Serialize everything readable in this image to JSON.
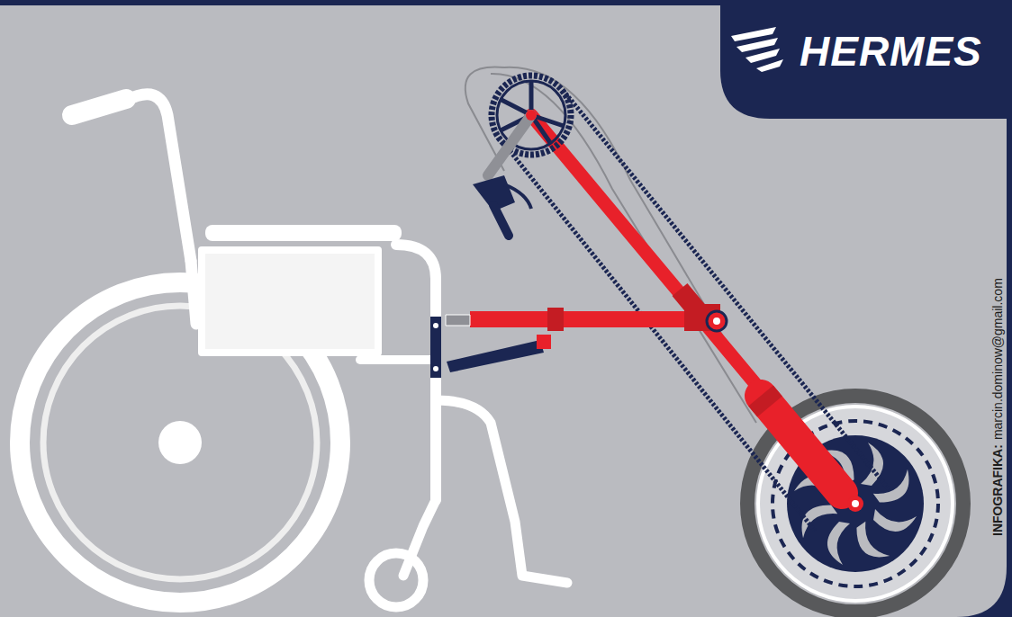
{
  "diagram": {
    "nodes": [
      {
        "text": [
          "HERMES"
        ]
      }
    ],
    "labels": [
      "INFOGRAFIKA:",
      "marcin.dominow@gmail.com"
    ]
  }
}
